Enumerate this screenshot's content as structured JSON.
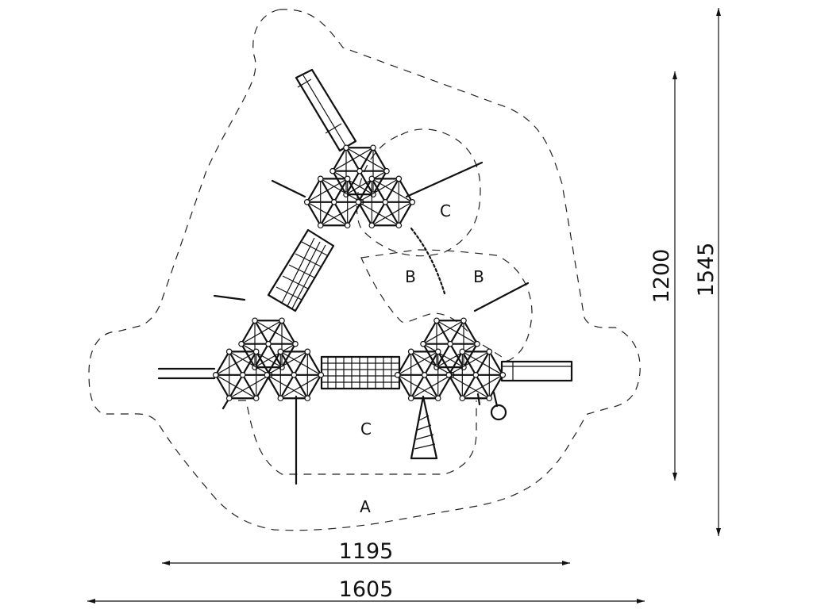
{
  "zone_labels": {
    "outer": "A",
    "upper_right": "C",
    "center_left": "B",
    "center_right": "B",
    "bottom": "C"
  },
  "dimensions": {
    "inner_width": "1195",
    "outer_width": "1605",
    "inner_height": "1200",
    "outer_height": "1545"
  }
}
